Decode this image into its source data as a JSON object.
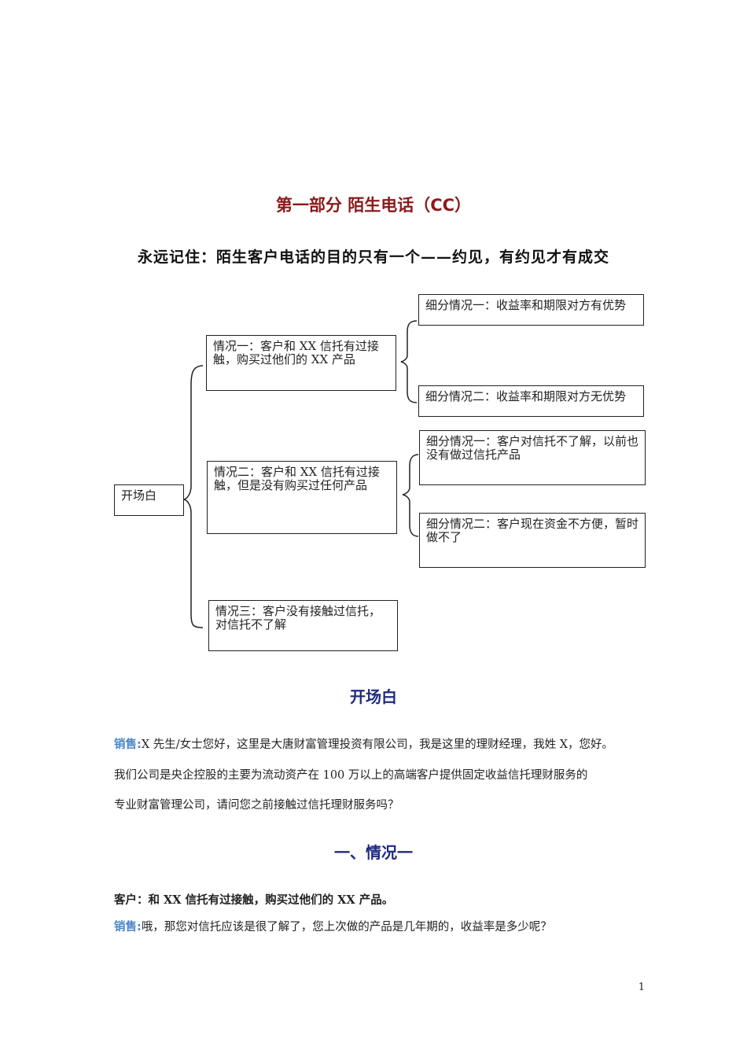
{
  "part_title": "第一部分  陌生电话（CC）",
  "subtitle": "永远记住：陌生客户电话的目的只有一个——约见，有约见才有成交",
  "diagram": {
    "root": "开场白",
    "case1": "情况一：客户和 XX 信托有过接触，购买过他们的 XX 产品",
    "case1_sub1": "细分情况一：收益率和期限对方有优势",
    "case1_sub2": "细分情况二：收益率和期限对方无优势",
    "case2": "情况二：客户和 XX 信托有过接触，但是没有购买过任何产品",
    "case2_sub1": "细分情况一：客户对信托不了解，以前也没有做过信托产品",
    "case2_sub2": "细分情况二：客户现在资金不方便，暂时做不了",
    "case3": "情况三：客户没有接触过信托，对信托不了解"
  },
  "opening": {
    "title": "开场白",
    "speaker": "销售:",
    "line1": "X 先生/女士您好，这里是大唐财富管理投资有限公司，我是这里的理财经理，我姓 X，您好。",
    "line2": "我们公司是央企控股的主要为流动资产在 100 万以上的高端客户提供固定收益信托理财服务的",
    "line3": "专业财富管理公司，请问您之前接触过信托理财服务吗？"
  },
  "case_one": {
    "title": "一、情况一",
    "customer_line": "客户：和 XX 信托有过接触，购买过他们的 XX 产品。",
    "speaker": "销售:",
    "sales_line": "哦，那您对信托应该是很了解了，您上次做的产品是几年期的，收益率是多少呢？"
  },
  "page_number": "1"
}
